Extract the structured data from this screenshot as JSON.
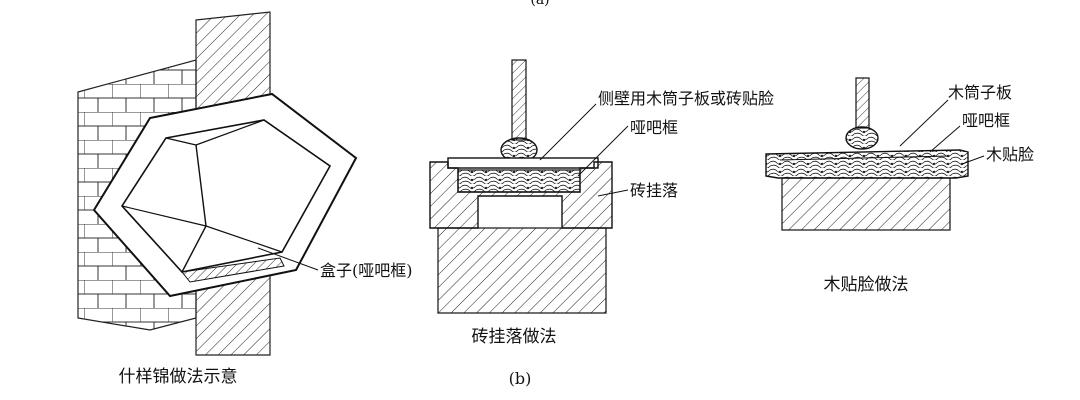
{
  "top_fragment": "(a)",
  "left_figure": {
    "caption": "什样锦做法示意",
    "label_box": "盒子(哑吧框)"
  },
  "middle_figure": {
    "caption": "砖挂落做法",
    "label_side": "侧壁用木筒子板或砖贴脸",
    "label_frame": "哑吧框",
    "label_brick": "砖挂落"
  },
  "right_figure": {
    "caption": "木贴脸做法",
    "label_board": "木筒子板",
    "label_frame": "哑吧框",
    "label_face": "木贴脸"
  },
  "figure_tag": "(b)"
}
